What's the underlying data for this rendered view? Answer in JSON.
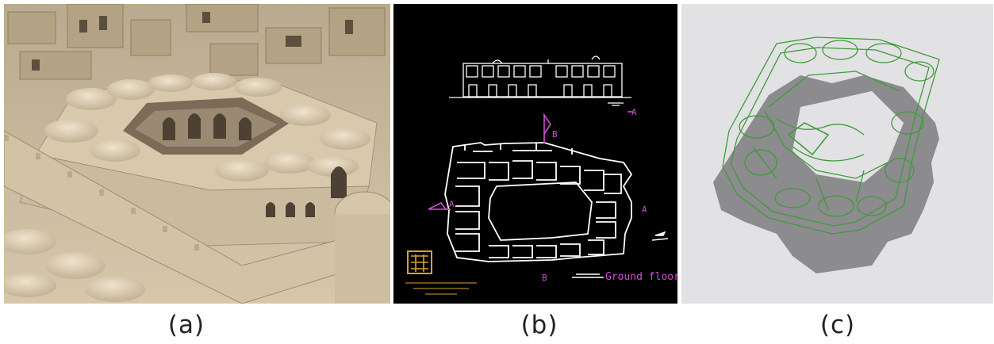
{
  "captions": {
    "a": "(a)",
    "b": "(b)",
    "c": "(c)"
  },
  "panel_b": {
    "section_markers": {
      "b_top": "B",
      "a_left": "A",
      "a_right": "A",
      "a_elev": "A",
      "b_bottom": "B"
    },
    "floor_label": "Ground floor"
  },
  "colors": {
    "adobe": "#c9b89c",
    "cad_background": "#000000",
    "cad_lines": "#ffffff",
    "cad_magenta": "#d24bd6",
    "cad_stamp": "#d9a12a",
    "model_green": "#3f9a3c",
    "model_shadow": "#8c8c8e",
    "model_background": "#e2e2e4"
  }
}
